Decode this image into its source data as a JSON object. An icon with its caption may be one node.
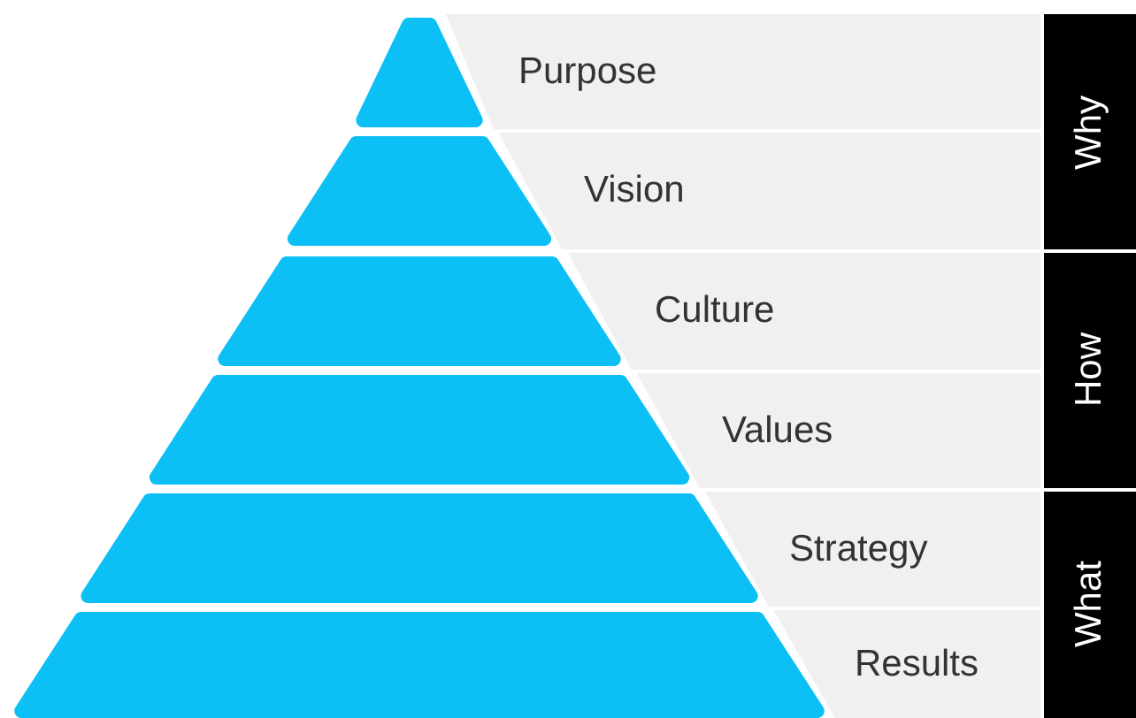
{
  "diagram": {
    "nodes": [
      {
        "text": [
          "Purpose"
        ]
      },
      {
        "text": [
          "Vision"
        ]
      },
      {
        "text": [
          "Culture"
        ]
      },
      {
        "text": [
          "Values"
        ]
      },
      {
        "text": [
          "Strategy"
        ]
      },
      {
        "text": [
          "Results"
        ]
      },
      {
        "text": [
          "Why"
        ]
      },
      {
        "text": [
          "How"
        ]
      },
      {
        "text": [
          "What"
        ]
      }
    ]
  }
}
